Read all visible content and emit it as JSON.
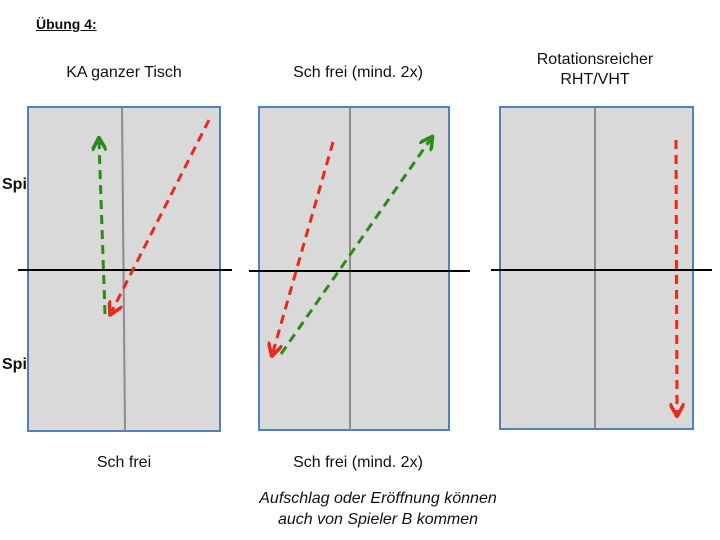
{
  "title": "Übung 4:",
  "players": {
    "a": "Spieler A",
    "b": "Spieler B"
  },
  "tables": [
    {
      "top_label": "KA ganzer Tisch",
      "bottom_label": "Sch frei",
      "arrows": [
        {
          "color": "#2a8a1a",
          "role": "green"
        },
        {
          "color": "#e8291c",
          "role": "red"
        }
      ]
    },
    {
      "top_label": "Sch frei (mind. 2x)",
      "bottom_label": "Sch frei (mind. 2x)",
      "arrows": [
        {
          "color": "#e8291c",
          "role": "red"
        },
        {
          "color": "#2a8a1a",
          "role": "green"
        }
      ]
    },
    {
      "top_label": "Rotationsreicher\nRHT/VHT",
      "bottom_label": "",
      "arrows": [
        {
          "color": "#e8291c",
          "role": "red"
        }
      ]
    }
  ],
  "footnote": {
    "line1": "Aufschlag oder Eröffnung können",
    "line2": "auch von Spieler B kommen"
  },
  "colors": {
    "table_fill": "#d9d9d9",
    "table_border": "#4f81bd",
    "center_line": "#8c8c8c",
    "net_line": "#000000"
  }
}
